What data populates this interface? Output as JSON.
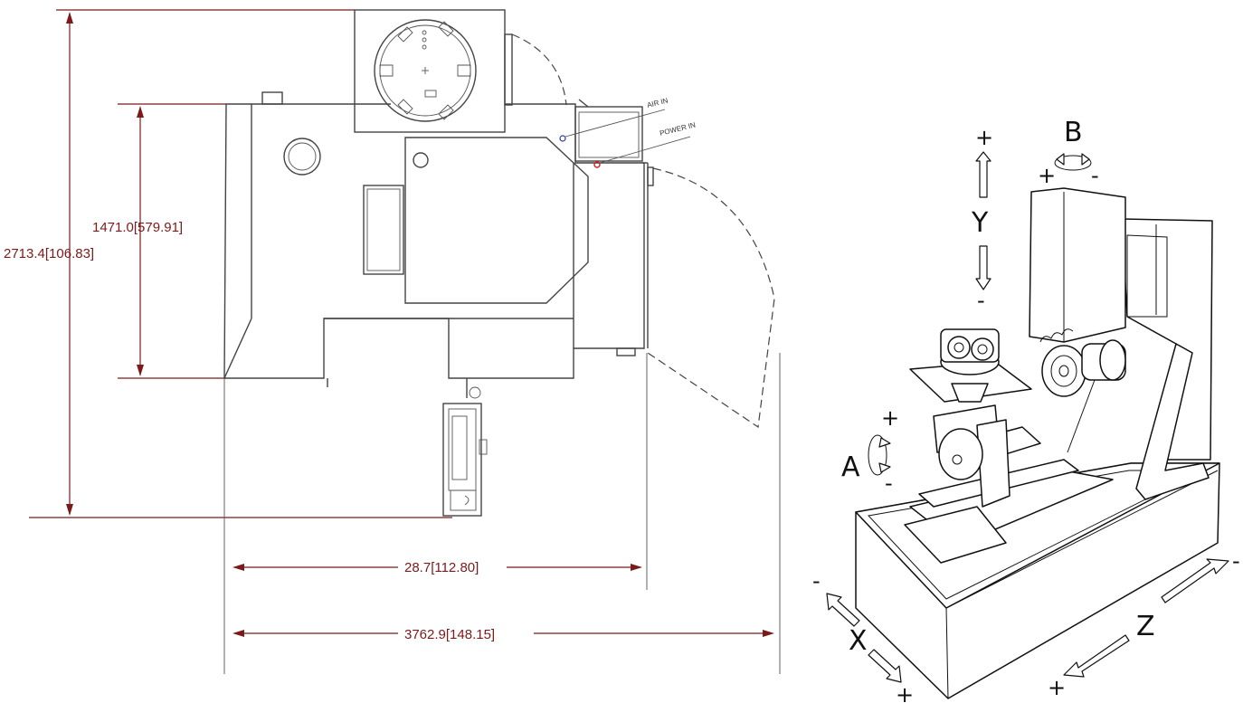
{
  "plan_view": {
    "dimensions": {
      "overall_height": "2713.4[106.83]",
      "body_height": "1471.0[579.91]",
      "width_to_door": "28.7[112.80]",
      "overall_width": "3762.9[148.15]"
    },
    "callouts": {
      "air_in": "AIR IN",
      "power_in": "POWER IN"
    },
    "line_color": "#7a1a1a"
  },
  "axes_view": {
    "y_axis": {
      "label": "Y",
      "plus": "+",
      "minus": "-"
    },
    "b_axis": {
      "label": "B",
      "plus": "+",
      "minus": "-"
    },
    "a_axis": {
      "label": "A",
      "plus": "+",
      "minus": "-"
    },
    "x_axis": {
      "label": "X",
      "plus": "+",
      "minus": "-"
    },
    "z_axis": {
      "label": "Z",
      "plus": "+",
      "minus": "-"
    }
  }
}
